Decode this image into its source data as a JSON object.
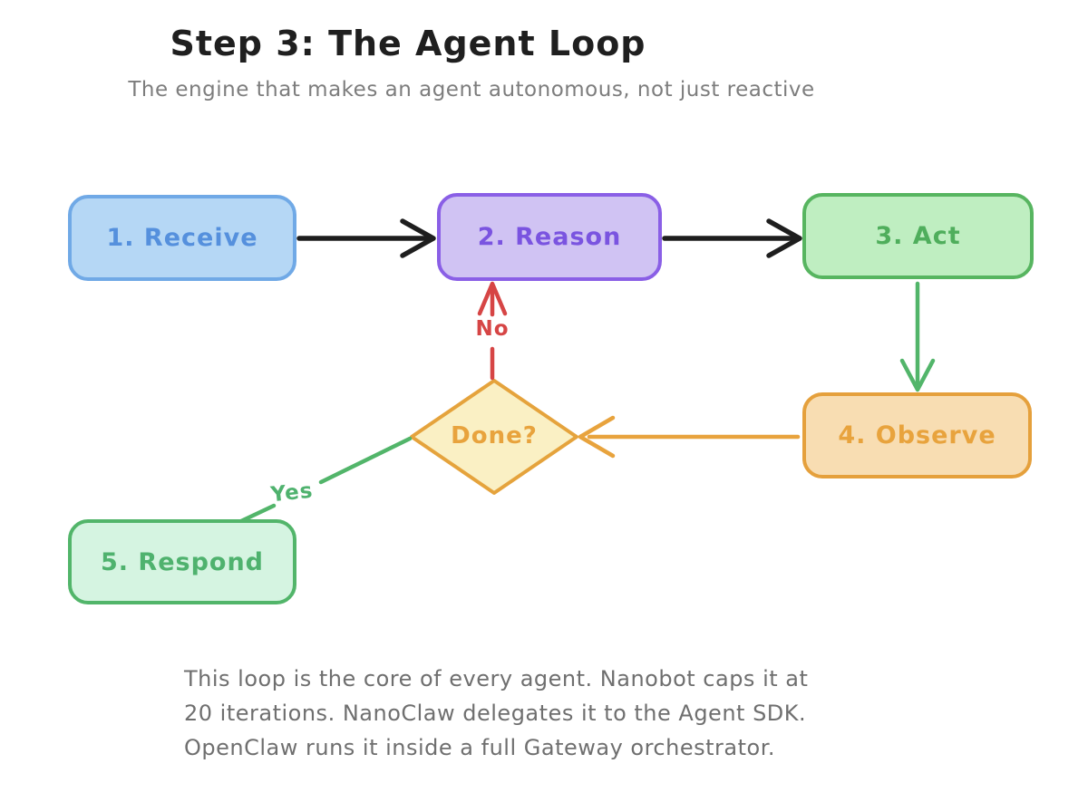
{
  "header": {
    "title": "Step 3: The Agent Loop",
    "subtitle": "The engine that makes an agent autonomous, not just reactive"
  },
  "nodes": [
    {
      "id": "receive",
      "label": "1. Receive",
      "fill": "#b5d7f5",
      "border": "#70a9e6",
      "text_color": "#5590dd"
    },
    {
      "id": "reason",
      "label": "2. Reason",
      "fill": "#d0c3f3",
      "border": "#8a5fe6",
      "text_color": "#7a54e0"
    },
    {
      "id": "act",
      "label": "3. Act",
      "fill": "#bfeec1",
      "border": "#57b560",
      "text_color": "#4fae5c"
    },
    {
      "id": "observe",
      "label": "4. Observe",
      "fill": "#f8ddb2",
      "border": "#e5a03c",
      "text_color": "#e8a33d"
    },
    {
      "id": "done",
      "label": "Done?",
      "fill": "#faf0c4",
      "border": "#e5a33c",
      "text_color": "#e8a33d"
    },
    {
      "id": "respond",
      "label": "5. Respond",
      "fill": "#d5f4e1",
      "border": "#52b56a",
      "text_color": "#4fb26e"
    }
  ],
  "edges": [
    {
      "from": "receive",
      "to": "reason",
      "label": "",
      "color": "#1e1e1e"
    },
    {
      "from": "reason",
      "to": "act",
      "label": "",
      "color": "#1e1e1e"
    },
    {
      "from": "act",
      "to": "observe",
      "label": "",
      "color": "#52b56a"
    },
    {
      "from": "observe",
      "to": "done",
      "label": "",
      "color": "#e8a33d"
    },
    {
      "from": "done",
      "to": "reason",
      "label": "No",
      "color": "#d64545"
    },
    {
      "from": "done",
      "to": "respond",
      "label": "Yes",
      "color": "#4fb26e"
    }
  ],
  "footer": {
    "lines": [
      "This loop is the core of every agent. Nanobot caps it at",
      "20 iterations. NanoClaw delegates it to the Agent SDK.",
      "OpenClaw runs it inside a full Gateway orchestrator."
    ]
  }
}
